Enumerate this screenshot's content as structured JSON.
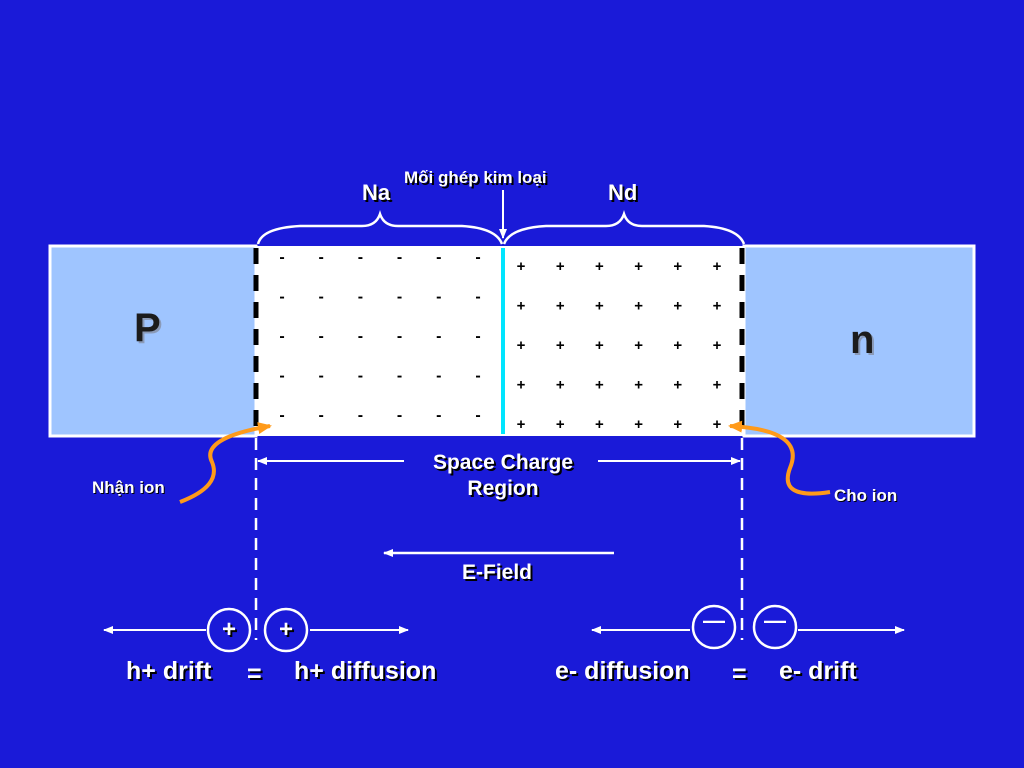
{
  "labels": {
    "p_region": "P",
    "n_region": "n",
    "na": "Na",
    "nd": "Nd",
    "junction": "Mối ghép kim loại",
    "space_charge_line1": "Space Charge",
    "space_charge_line2": "Region",
    "e_field": "E-Field",
    "accept_ion": "Nhận ion",
    "donate_ion": "Cho ion",
    "h_drift": "h+ drift",
    "equals_left": "=",
    "h_diffusion": "h+ diffusion",
    "e_diffusion": "e- diffusion",
    "equals_right": "=",
    "e_drift": "e- drift",
    "plus_symbol": "+",
    "minus_symbol": "—"
  },
  "charges": {
    "negative_symbol": "-",
    "positive_symbol": "+",
    "rows": 5,
    "columns_per_side": 6
  },
  "colors": {
    "background": "#1a1ad8",
    "neutral_region": "#9fc5ff",
    "depletion_region": "#ffffff",
    "junction_line": "#00e5ff",
    "arrow_orange": "#ff9a1a",
    "foreground": "#ffffff"
  }
}
